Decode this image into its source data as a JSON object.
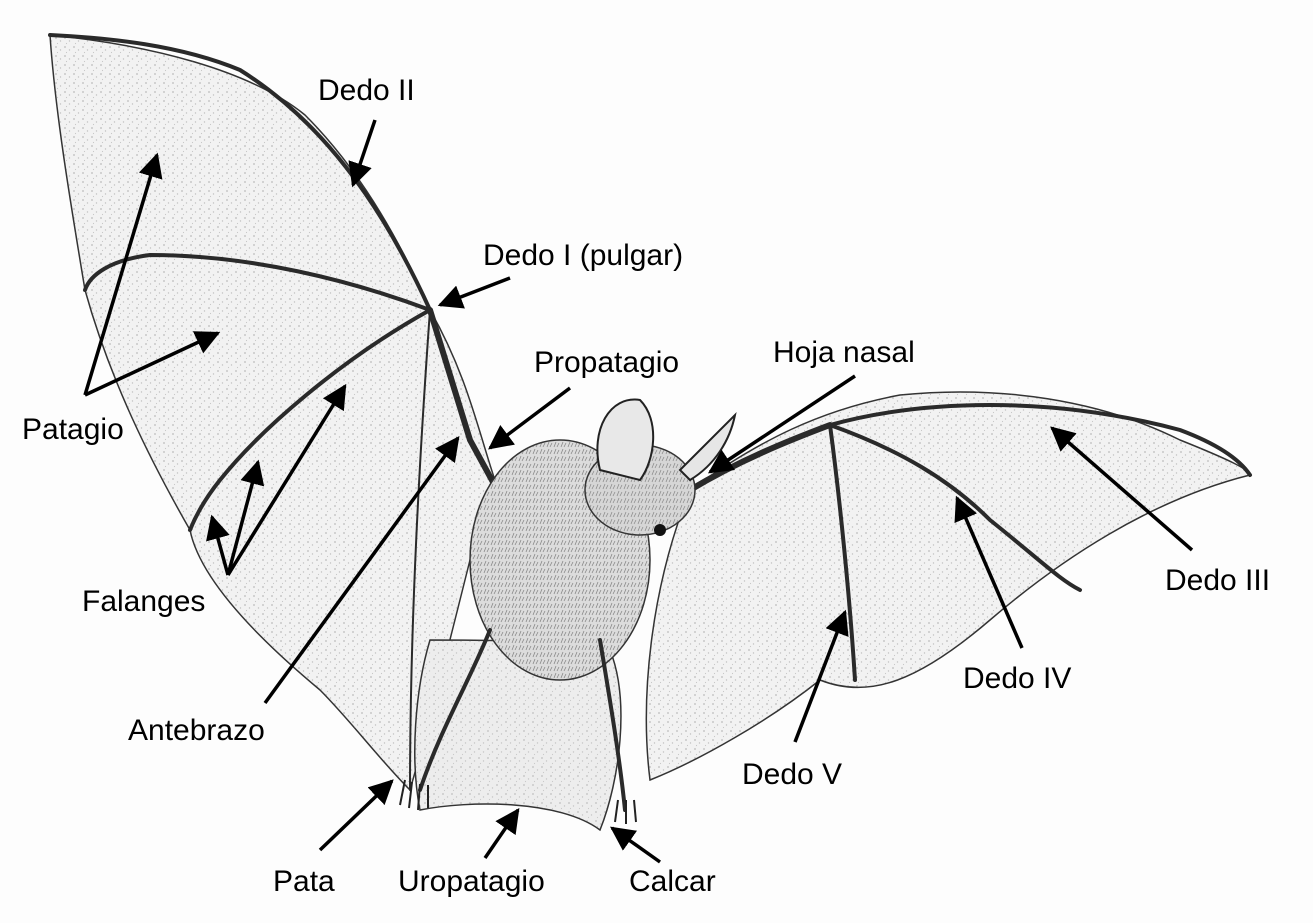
{
  "labels": {
    "dedo_ii": "Dedo II",
    "dedo_i": "Dedo I (pulgar)",
    "propatagio": "Propatagio",
    "hoja_nasal": "Hoja nasal",
    "patagio": "Patagio",
    "falanges": "Falanges",
    "antebrazo": "Antebrazo",
    "dedo_iii": "Dedo III",
    "dedo_iv": "Dedo IV",
    "dedo_v": "Dedo V",
    "pata": "Pata",
    "uropatagio": "Uropatagio",
    "calcar": "Calcar"
  },
  "colors": {
    "ink": "#000000",
    "membrane": "#f1f1f1",
    "shade": "#9a9a9a",
    "background": "#fdfdfd"
  }
}
